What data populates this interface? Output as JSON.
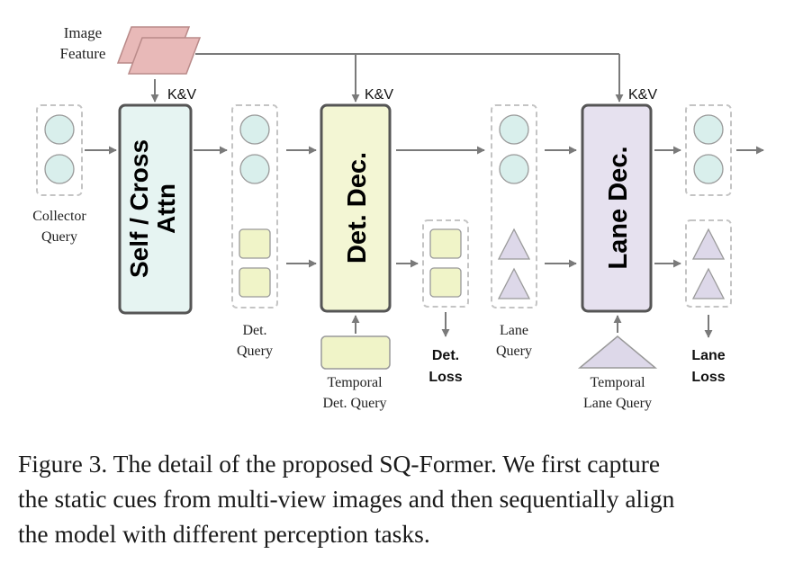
{
  "labels": {
    "image_feature_1": "Image",
    "image_feature_2": "Feature",
    "kv": "K&V",
    "collector_query_1": "Collector",
    "collector_query_2": "Query",
    "self_cross_attn_1": "Self / Cross",
    "self_cross_attn_2": "Attn",
    "det_dec": "Det. Dec.",
    "lane_dec": "Lane Dec.",
    "det_query_1": "Det.",
    "det_query_2": "Query",
    "temporal_det_query_1": "Temporal",
    "temporal_det_query_2": "Det. Query",
    "det_loss_1": "Det.",
    "det_loss_2": "Loss",
    "lane_query_1": "Lane",
    "lane_query_2": "Query",
    "temporal_lane_query_1": "Temporal",
    "temporal_lane_query_2": "Lane Query",
    "lane_loss_1": "Lane",
    "lane_loss_2": "Loss"
  },
  "caption": [
    "Figure 3. The detail of the proposed SQ-Former. We first capture",
    "the static cues from multi-view images and then sequentially align",
    "the model with different perception tasks."
  ],
  "colors": {
    "arrow": "#7a7a7a",
    "dashed_border": "#c4c4c4",
    "circle_fill": "#d9efec",
    "square_fill": "#f0f4c8",
    "triangle_fill": "#ddd8e9",
    "attn_fill": "#e6f4f2",
    "det_fill": "#f3f6d4",
    "lane_fill": "#e6e1ef",
    "feature_fill": "#e8b9b8",
    "block_border": "#555555"
  }
}
